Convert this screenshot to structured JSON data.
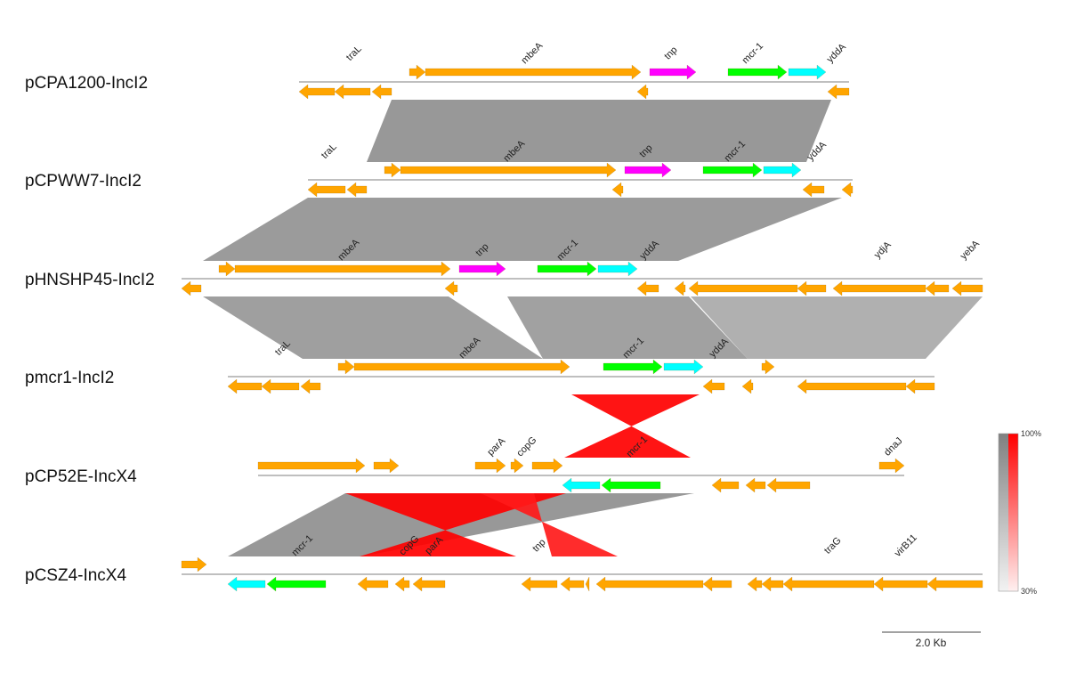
{
  "colors": {
    "default_gene": "#FFA500",
    "tnp": "#FF00FF",
    "mcr-1": "#00FF00",
    "yddA": "#00FFFF",
    "homology_same": "#808080",
    "homology_inverted": "#FF0000",
    "backbone": "#999999"
  },
  "tracks": [
    {
      "name": "pCPA1200-IncI2",
      "genes": [
        {
          "start": 460,
          "end": 478,
          "strand": 1
        },
        {
          "start": 478,
          "end": 720,
          "strand": 1
        },
        {
          "start": 730,
          "end": 782,
          "strand": 1,
          "type": "tnp"
        },
        {
          "start": 818,
          "end": 884,
          "strand": 1,
          "type": "mcr-1"
        },
        {
          "start": 886,
          "end": 928,
          "strand": 1,
          "type": "yddA"
        },
        {
          "start": 336,
          "end": 376,
          "strand": -1
        },
        {
          "start": 376,
          "end": 416,
          "strand": -1
        },
        {
          "start": 418,
          "end": 440,
          "strand": -1
        },
        {
          "start": 716,
          "end": 728,
          "strand": -1
        },
        {
          "start": 930,
          "end": 954,
          "strand": -1
        }
      ],
      "labels": [
        {
          "text": "traL",
          "at": 400
        },
        {
          "text": "mbeA",
          "at": 600
        },
        {
          "text": "tnp",
          "at": 756
        },
        {
          "text": "mcr-1",
          "at": 848
        },
        {
          "text": "yddA",
          "at": 942
        }
      ]
    },
    {
      "name": "pCPWW7-IncI2",
      "genes": [
        {
          "start": 432,
          "end": 450,
          "strand": 1
        },
        {
          "start": 450,
          "end": 692,
          "strand": 1
        },
        {
          "start": 702,
          "end": 754,
          "strand": 1,
          "type": "tnp"
        },
        {
          "start": 790,
          "end": 856,
          "strand": 1,
          "type": "mcr-1"
        },
        {
          "start": 858,
          "end": 900,
          "strand": 1,
          "type": "yddA"
        },
        {
          "start": 346,
          "end": 388,
          "strand": -1
        },
        {
          "start": 390,
          "end": 412,
          "strand": -1
        },
        {
          "start": 688,
          "end": 700,
          "strand": -1
        },
        {
          "start": 902,
          "end": 926,
          "strand": -1
        },
        {
          "start": 946,
          "end": 958,
          "strand": -1
        }
      ],
      "labels": [
        {
          "text": "traL",
          "at": 372
        },
        {
          "text": "mbeA",
          "at": 580
        },
        {
          "text": "tnp",
          "at": 728
        },
        {
          "text": "mcr-1",
          "at": 828
        },
        {
          "text": "yddA",
          "at": 920
        }
      ]
    },
    {
      "name": "pHNSHP45-IncI2",
      "genes": [
        {
          "start": 246,
          "end": 264,
          "strand": 1
        },
        {
          "start": 264,
          "end": 506,
          "strand": 1
        },
        {
          "start": 516,
          "end": 568,
          "strand": 1,
          "type": "tnp"
        },
        {
          "start": 604,
          "end": 670,
          "strand": 1,
          "type": "mcr-1"
        },
        {
          "start": 672,
          "end": 716,
          "strand": 1,
          "type": "yddA"
        },
        {
          "start": 204,
          "end": 226,
          "strand": -1
        },
        {
          "start": 500,
          "end": 514,
          "strand": -1
        },
        {
          "start": 716,
          "end": 740,
          "strand": -1
        },
        {
          "start": 758,
          "end": 770,
          "strand": -1
        },
        {
          "start": 774,
          "end": 896,
          "strand": -1
        },
        {
          "start": 896,
          "end": 928,
          "strand": -1
        },
        {
          "start": 936,
          "end": 1040,
          "strand": -1
        },
        {
          "start": 1040,
          "end": 1066,
          "strand": -1
        },
        {
          "start": 1070,
          "end": 1104,
          "strand": -1
        }
      ],
      "labels": [
        {
          "text": "mbeA",
          "at": 394
        },
        {
          "text": "tnp",
          "at": 544
        },
        {
          "text": "mcr-1",
          "at": 640
        },
        {
          "text": "yddA",
          "at": 732
        },
        {
          "text": "ydjA",
          "at": 994
        },
        {
          "text": "yebA",
          "at": 1092
        }
      ]
    },
    {
      "name": "pmcr1-IncI2",
      "genes": [
        {
          "start": 380,
          "end": 398,
          "strand": 1
        },
        {
          "start": 398,
          "end": 640,
          "strand": 1
        },
        {
          "start": 678,
          "end": 744,
          "strand": 1,
          "type": "mcr-1"
        },
        {
          "start": 746,
          "end": 790,
          "strand": 1,
          "type": "yddA"
        },
        {
          "start": 856,
          "end": 870,
          "strand": 1
        },
        {
          "start": 256,
          "end": 294,
          "strand": -1
        },
        {
          "start": 294,
          "end": 336,
          "strand": -1
        },
        {
          "start": 338,
          "end": 360,
          "strand": -1
        },
        {
          "start": 790,
          "end": 814,
          "strand": -1
        },
        {
          "start": 834,
          "end": 846,
          "strand": -1
        },
        {
          "start": 896,
          "end": 1018,
          "strand": -1
        },
        {
          "start": 1018,
          "end": 1050,
          "strand": -1
        }
      ],
      "labels": [
        {
          "text": "traL",
          "at": 320
        },
        {
          "text": "mbeA",
          "at": 530
        },
        {
          "text": "mcr-1",
          "at": 714
        },
        {
          "text": "yddA",
          "at": 810
        }
      ]
    },
    {
      "name": "pCP52E-IncX4",
      "genes": [
        {
          "start": 290,
          "end": 410,
          "strand": 1
        },
        {
          "start": 420,
          "end": 448,
          "strand": 1
        },
        {
          "start": 534,
          "end": 568,
          "strand": 1
        },
        {
          "start": 574,
          "end": 588,
          "strand": 1
        },
        {
          "start": 598,
          "end": 632,
          "strand": 1
        },
        {
          "start": 988,
          "end": 1016,
          "strand": 1
        },
        {
          "start": 632,
          "end": 674,
          "strand": -1,
          "type": "yddA"
        },
        {
          "start": 676,
          "end": 742,
          "strand": -1,
          "type": "mcr-1"
        },
        {
          "start": 800,
          "end": 830,
          "strand": -1
        },
        {
          "start": 838,
          "end": 860,
          "strand": -1
        },
        {
          "start": 862,
          "end": 910,
          "strand": -1
        }
      ],
      "labels": [
        {
          "text": "parA",
          "at": 560
        },
        {
          "text": "copG",
          "at": 594
        },
        {
          "text": "mcr-1",
          "at": 718
        },
        {
          "text": "dnaJ",
          "at": 1006
        }
      ]
    },
    {
      "name": "pCSZ4-IncX4",
      "genes": [
        {
          "start": 204,
          "end": 232,
          "strand": 1
        },
        {
          "start": 256,
          "end": 298,
          "strand": -1,
          "type": "yddA"
        },
        {
          "start": 300,
          "end": 366,
          "strand": -1,
          "type": "mcr-1"
        },
        {
          "start": 402,
          "end": 436,
          "strand": -1
        },
        {
          "start": 444,
          "end": 460,
          "strand": -1
        },
        {
          "start": 464,
          "end": 500,
          "strand": -1
        },
        {
          "start": 586,
          "end": 626,
          "strand": -1
        },
        {
          "start": 630,
          "end": 656,
          "strand": -1
        },
        {
          "start": 658,
          "end": 662,
          "strand": -1
        },
        {
          "start": 670,
          "end": 790,
          "strand": -1
        },
        {
          "start": 790,
          "end": 822,
          "strand": -1
        },
        {
          "start": 840,
          "end": 856,
          "strand": -1
        },
        {
          "start": 856,
          "end": 880,
          "strand": -1
        },
        {
          "start": 880,
          "end": 982,
          "strand": -1
        },
        {
          "start": 982,
          "end": 1042,
          "strand": -1
        },
        {
          "start": 1042,
          "end": 1104,
          "strand": -1
        }
      ],
      "labels": [
        {
          "text": "mcr-1",
          "at": 342
        },
        {
          "text": "copG",
          "at": 462
        },
        {
          "text": "parA",
          "at": 490
        },
        {
          "text": "tnp",
          "at": 608
        },
        {
          "text": "traG",
          "at": 938
        },
        {
          "text": "virB11",
          "at": 1020
        }
      ]
    }
  ],
  "homology": [
    {
      "between": [
        0,
        1
      ],
      "top": [
        440,
        934
      ],
      "bottom": [
        412,
        906
      ],
      "kind": "same",
      "identity": 0.88
    },
    {
      "between": [
        1,
        2
      ],
      "top": [
        346,
        946
      ],
      "bottom": [
        228,
        762
      ],
      "kind": "same",
      "identity": 0.85
    },
    {
      "between": [
        2,
        3
      ],
      "top": [
        228,
        504
      ],
      "bottom": [
        340,
        610
      ],
      "kind": "same",
      "identity": 0.82
    },
    {
      "between": [
        2,
        3
      ],
      "top": [
        570,
        774
      ],
      "bottom": [
        610,
        840
      ],
      "kind": "same",
      "identity": 0.8
    },
    {
      "between": [
        2,
        3
      ],
      "top": [
        776,
        1104
      ],
      "bottom": [
        840,
        1040
      ],
      "kind": "same",
      "identity": 0.68
    },
    {
      "between": [
        3,
        4
      ],
      "top": [
        642,
        786
      ],
      "bottom": [
        634,
        776
      ],
      "kind": "inverted",
      "identity": 1
    },
    {
      "between": [
        4,
        5
      ],
      "top": [
        388,
        780
      ],
      "bottom": [
        256,
        406
      ],
      "kind": "same",
      "identity": 0.88
    },
    {
      "between": [
        4,
        5
      ],
      "top": [
        388,
        636
      ],
      "bottom": [
        404,
        580
      ],
      "kind": "inverted",
      "identity": 1
    },
    {
      "between": [
        4,
        5
      ],
      "top": [
        540,
        600
      ],
      "bottom": [
        620,
        694
      ],
      "kind": "inverted",
      "identity": 0.9
    }
  ],
  "legend": {
    "max_label": "100%",
    "min_label": "30%"
  },
  "scale_bar": {
    "label": "2.0 Kb",
    "length_kb": 2.0
  }
}
